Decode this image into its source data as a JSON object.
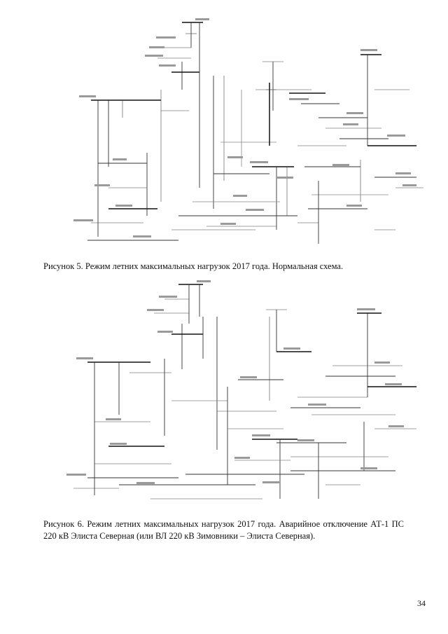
{
  "figures": [
    {
      "caption": "Рисунок 5. Режим летних максимальных нагрузок 2017 года. Нормальная схема."
    },
    {
      "caption": "Рисунок 6. Режим летних максимальных нагрузок 2017 года. Аварийное отключение АТ-1 ПС 220 кВ Элиста Северная (или ВЛ 220 кВ Зимовники – Элиста Северная)."
    }
  ],
  "page_number": "34"
}
